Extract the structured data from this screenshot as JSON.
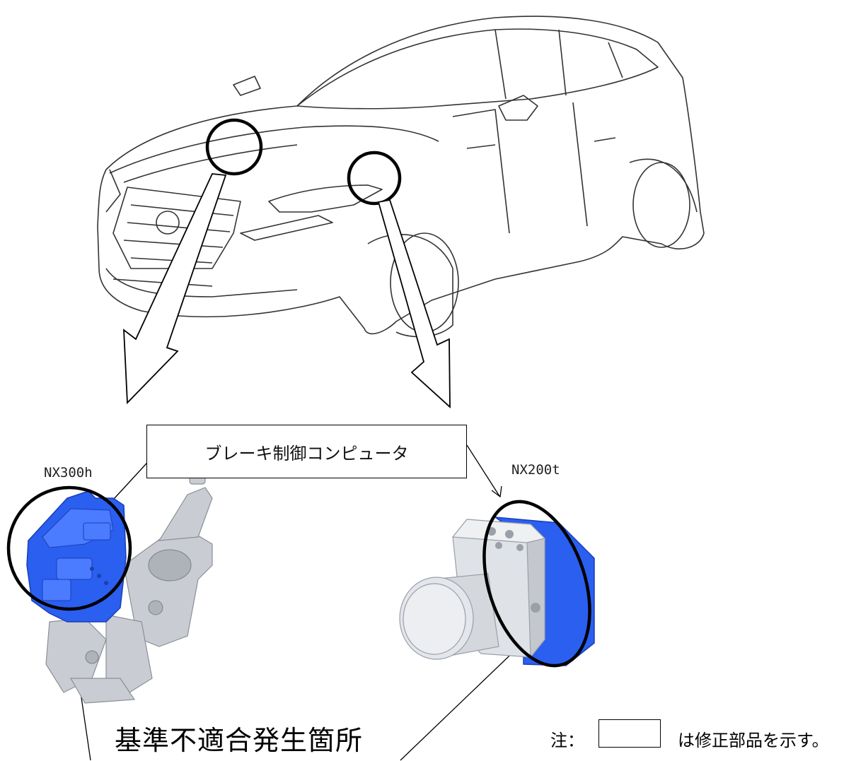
{
  "labels": {
    "component": "ブレーキ制御コンピュータ",
    "model_left": "NX300h",
    "model_right": "NX200t",
    "defect_location": "基準不適合発生箇所",
    "note_prefix": "注：",
    "note_text": "は修正部品を示す。"
  },
  "colors": {
    "highlight_blue": "#2a5ff0",
    "outline": "#000000",
    "metal": "#c9cdd3"
  }
}
